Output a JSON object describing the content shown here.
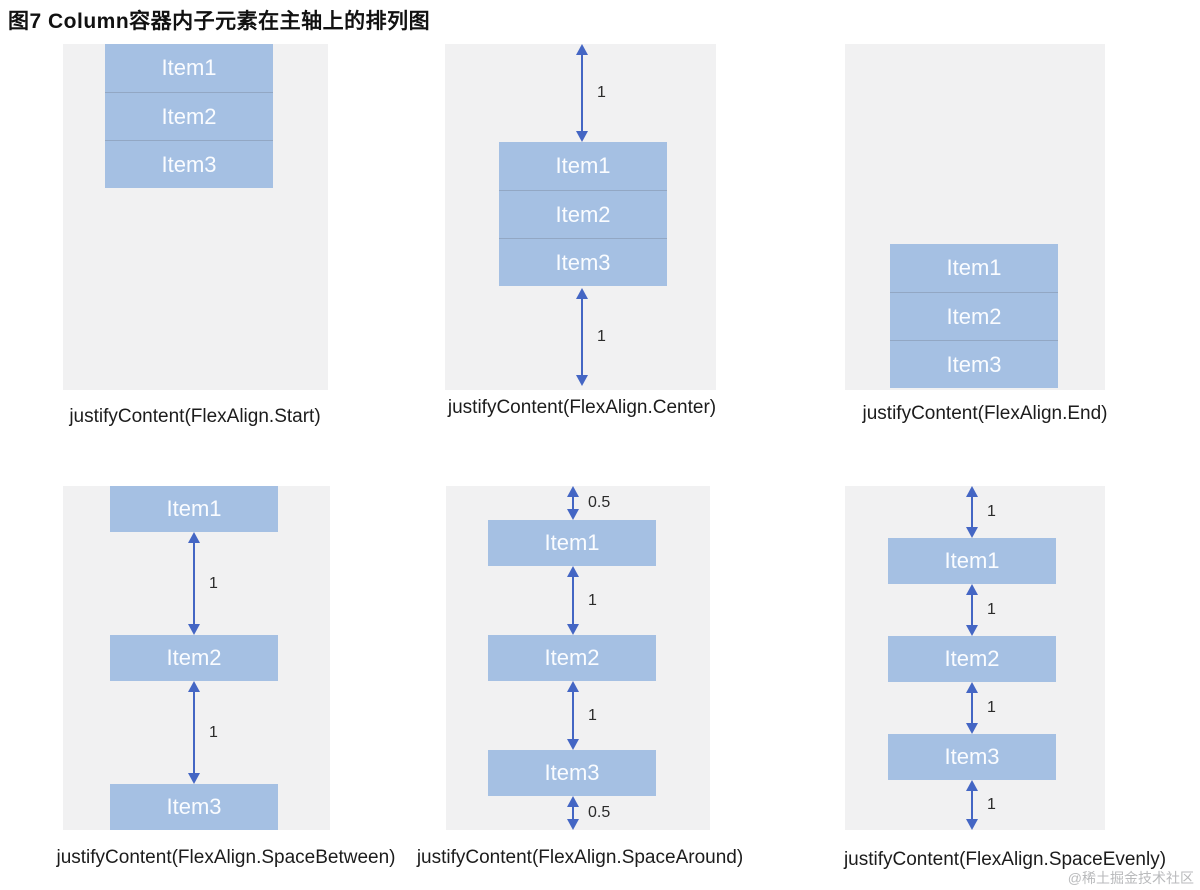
{
  "title": "图7 Column容器内子元素在主轴上的排列图",
  "watermark": "@稀土掘金技术社区",
  "colors": {
    "item_fill": "#a5c0e3",
    "item_text": "#fafcff",
    "panel_bg": "#f1f1f2",
    "arrow": "#4466c4",
    "label_text": "#1c1c1c",
    "gap_value_text": "#2b2b2b",
    "title_text": "#111111",
    "watermark_text": "#b9babc"
  },
  "panels": [
    {
      "id": "start",
      "label": "justifyContent(FlexAlign.Start)",
      "items": [
        "Item1",
        "Item2",
        "Item3"
      ],
      "gaps": []
    },
    {
      "id": "center",
      "label": "justifyContent(FlexAlign.Center)",
      "items": [
        "Item1",
        "Item2",
        "Item3"
      ],
      "gaps": [
        {
          "position": "top",
          "value": "1"
        },
        {
          "position": "bottom",
          "value": "1"
        }
      ]
    },
    {
      "id": "end",
      "label": "justifyContent(FlexAlign.End)",
      "items": [
        "Item1",
        "Item2",
        "Item3"
      ],
      "gaps": []
    },
    {
      "id": "space-between",
      "label": "justifyContent(FlexAlign.SpaceBetween)",
      "items": [
        "Item1",
        "Item2",
        "Item3"
      ],
      "gaps": [
        {
          "position": "between-item1-item2",
          "value": "1"
        },
        {
          "position": "between-item2-item3",
          "value": "1"
        }
      ]
    },
    {
      "id": "space-around",
      "label": "justifyContent(FlexAlign.SpaceAround)",
      "items": [
        "Item1",
        "Item2",
        "Item3"
      ],
      "gaps": [
        {
          "position": "top",
          "value": "0.5"
        },
        {
          "position": "between-item1-item2",
          "value": "1"
        },
        {
          "position": "between-item2-item3",
          "value": "1"
        },
        {
          "position": "bottom",
          "value": "0.5"
        }
      ]
    },
    {
      "id": "space-evenly",
      "label": "justifyContent(FlexAlign.SpaceEvenly)",
      "items": [
        "Item1",
        "Item2",
        "Item3"
      ],
      "gaps": [
        {
          "position": "top",
          "value": "1"
        },
        {
          "position": "between-item1-item2",
          "value": "1"
        },
        {
          "position": "between-item2-item3",
          "value": "1"
        },
        {
          "position": "bottom",
          "value": "1"
        }
      ]
    }
  ]
}
